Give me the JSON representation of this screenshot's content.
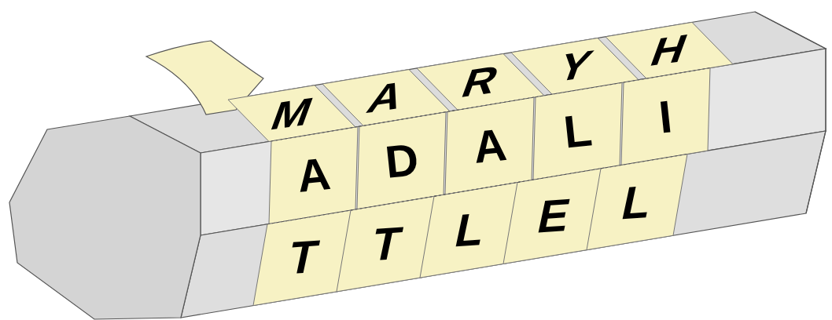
{
  "diagram": {
    "labels": [
      "M",
      "A",
      "R",
      "Y",
      "H",
      "A",
      "D",
      "A",
      "L",
      "I",
      "T",
      "T",
      "L",
      "E",
      "L"
    ]
  }
}
